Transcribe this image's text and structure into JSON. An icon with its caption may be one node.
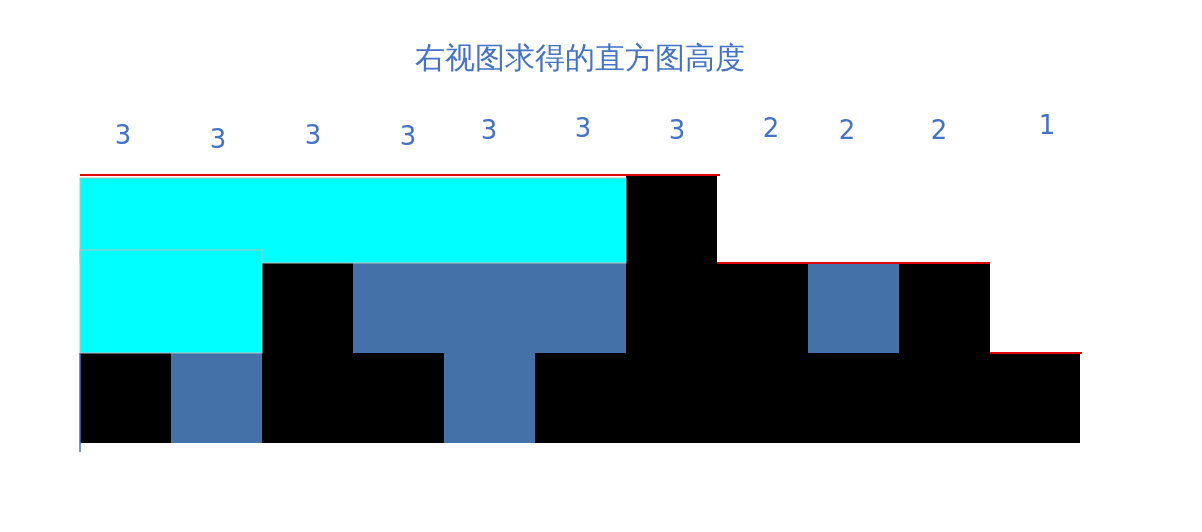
{
  "diagram": {
    "title": "右视图求得的直方图高度",
    "labels": [
      "3",
      "3",
      "3",
      "3",
      "3",
      "3",
      "3",
      "2",
      "2",
      "2",
      "1"
    ]
  }
}
